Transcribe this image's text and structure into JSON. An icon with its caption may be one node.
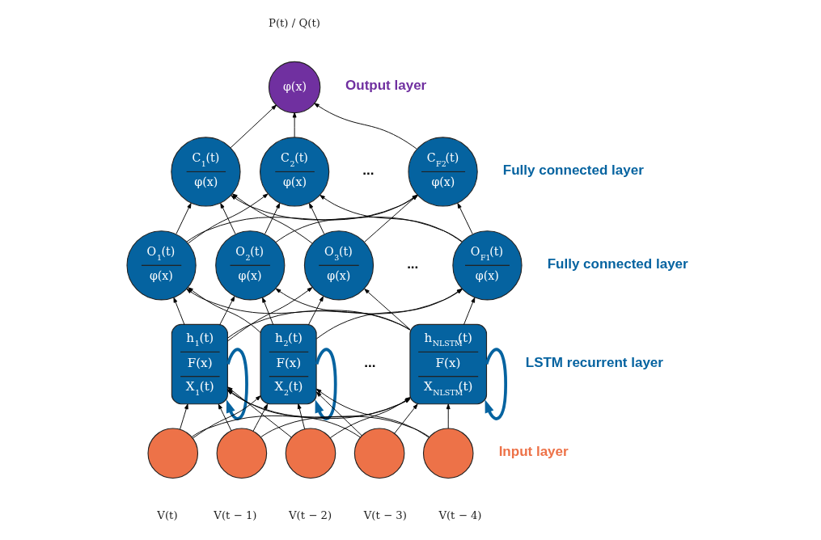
{
  "diagram": {
    "nodes": [
      {
        "text": [
          "φ(x)"
        ],
        "beside": [
          "P(t) / Q(t)"
        ]
      },
      {
        "text": [
          "C$_{1}$(t)",
          "φ(x)"
        ]
      },
      {
        "text": [
          "C$_{2}$(t)",
          "φ(x)"
        ]
      },
      {
        "text": [
          "C$_{F2}$(t)",
          "φ(x)"
        ]
      },
      {
        "text": [
          "O$_{1}$(t)",
          "φ(x)"
        ]
      },
      {
        "text": [
          "O$_{2}$(t)",
          "φ(x)"
        ]
      },
      {
        "text": [
          "O$_{3}$(t)",
          "φ(x)"
        ]
      },
      {
        "text": [
          "O$_{F1}$(t)",
          "φ(x)"
        ]
      },
      {
        "text": [
          "h$_{1}$(t)",
          "F(x)",
          "X$_{1}$(t)"
        ]
      },
      {
        "text": [
          "h$_{2}$(t)",
          "F(x)",
          "X$_{2}$(t)"
        ]
      },
      {
        "text": [
          "h$_{NLSTM}$(t)",
          "F(x)",
          "X$_{NLSTM}$(t)"
        ]
      },
      {
        "text": [],
        "shape": "circle",
        "beside": [
          "V(t)"
        ]
      },
      {
        "text": [],
        "shape": "circle",
        "beside": [
          "V(t − 1)"
        ]
      },
      {
        "text": [],
        "shape": "circle",
        "beside": [
          "V(t − 2)"
        ]
      },
      {
        "text": [],
        "shape": "circle",
        "beside": [
          "V(t − 3)"
        ]
      },
      {
        "text": [],
        "shape": "circle",
        "beside": [
          "V(t − 4)"
        ]
      }
    ],
    "edges": [
      {
        "from": 1,
        "to": 0,
        "arrow": "to"
      },
      {
        "from": 2,
        "to": 0,
        "arrow": "to"
      },
      {
        "from": 3,
        "to": 0,
        "arrow": "to"
      },
      {
        "from": 4,
        "to": 1,
        "arrow": "to"
      },
      {
        "from": 4,
        "to": 2,
        "arrow": "to"
      },
      {
        "from": 4,
        "to": 3,
        "arrow": "to"
      },
      {
        "from": 5,
        "to": 1,
        "arrow": "to"
      },
      {
        "from": 5,
        "to": 2,
        "arrow": "to"
      },
      {
        "from": 5,
        "to": 3,
        "arrow": "to"
      },
      {
        "from": 6,
        "to": 1,
        "arrow": "to"
      },
      {
        "from": 6,
        "to": 2,
        "arrow": "to"
      },
      {
        "from": 6,
        "to": 3,
        "arrow": "to"
      },
      {
        "from": 7,
        "to": 1,
        "arrow": "to"
      },
      {
        "from": 7,
        "to": 2,
        "arrow": "to"
      },
      {
        "from": 7,
        "to": 3,
        "arrow": "to"
      },
      {
        "from": 8,
        "to": 4,
        "arrow": "to"
      },
      {
        "from": 8,
        "to": 5,
        "arrow": "to"
      },
      {
        "from": 8,
        "to": 6,
        "arrow": "to"
      },
      {
        "from": 8,
        "to": 7,
        "arrow": "to"
      },
      {
        "from": 9,
        "to": 4,
        "arrow": "to"
      },
      {
        "from": 9,
        "to": 5,
        "arrow": "to"
      },
      {
        "from": 9,
        "to": 6,
        "arrow": "to"
      },
      {
        "from": 9,
        "to": 7,
        "arrow": "to"
      },
      {
        "from": 10,
        "to": 4,
        "arrow": "to"
      },
      {
        "from": 10,
        "to": 5,
        "arrow": "to"
      },
      {
        "from": 10,
        "to": 6,
        "arrow": "to"
      },
      {
        "from": 10,
        "to": 7,
        "arrow": "to"
      },
      {
        "from": 8,
        "to": 8,
        "arrow": "to",
        "style": "thick",
        "color": "#0563a0"
      },
      {
        "from": 9,
        "to": 9,
        "arrow": "to",
        "style": "thick",
        "color": "#0563a0"
      },
      {
        "from": 10,
        "to": 10,
        "arrow": "to",
        "style": "thick",
        "color": "#0563a0"
      },
      {
        "from": 11,
        "to": 8,
        "arrow": "to"
      },
      {
        "from": 11,
        "to": 9,
        "arrow": "to"
      },
      {
        "from": 11,
        "to": 10,
        "arrow": "to"
      },
      {
        "from": 12,
        "to": 8,
        "arrow": "to"
      },
      {
        "from": 12,
        "to": 9,
        "arrow": "to"
      },
      {
        "from": 12,
        "to": 10,
        "arrow": "to"
      },
      {
        "from": 13,
        "to": 8,
        "arrow": "to"
      },
      {
        "from": 13,
        "to": 9,
        "arrow": "to"
      },
      {
        "from": 13,
        "to": 10,
        "arrow": "to"
      },
      {
        "from": 14,
        "to": 8,
        "arrow": "to"
      },
      {
        "from": 14,
        "to": 9,
        "arrow": "to"
      },
      {
        "from": 14,
        "to": 10,
        "arrow": "to"
      },
      {
        "from": 15,
        "to": 8,
        "arrow": "to"
      },
      {
        "from": 15,
        "to": 9,
        "arrow": "to"
      },
      {
        "from": 15,
        "to": 10,
        "arrow": "to"
      }
    ],
    "labels": [
      "Output layer",
      "...",
      "Fully connected layer",
      "...",
      "Fully connected layer",
      "...",
      "LSTM recurrent layer",
      "Input layer"
    ]
  }
}
